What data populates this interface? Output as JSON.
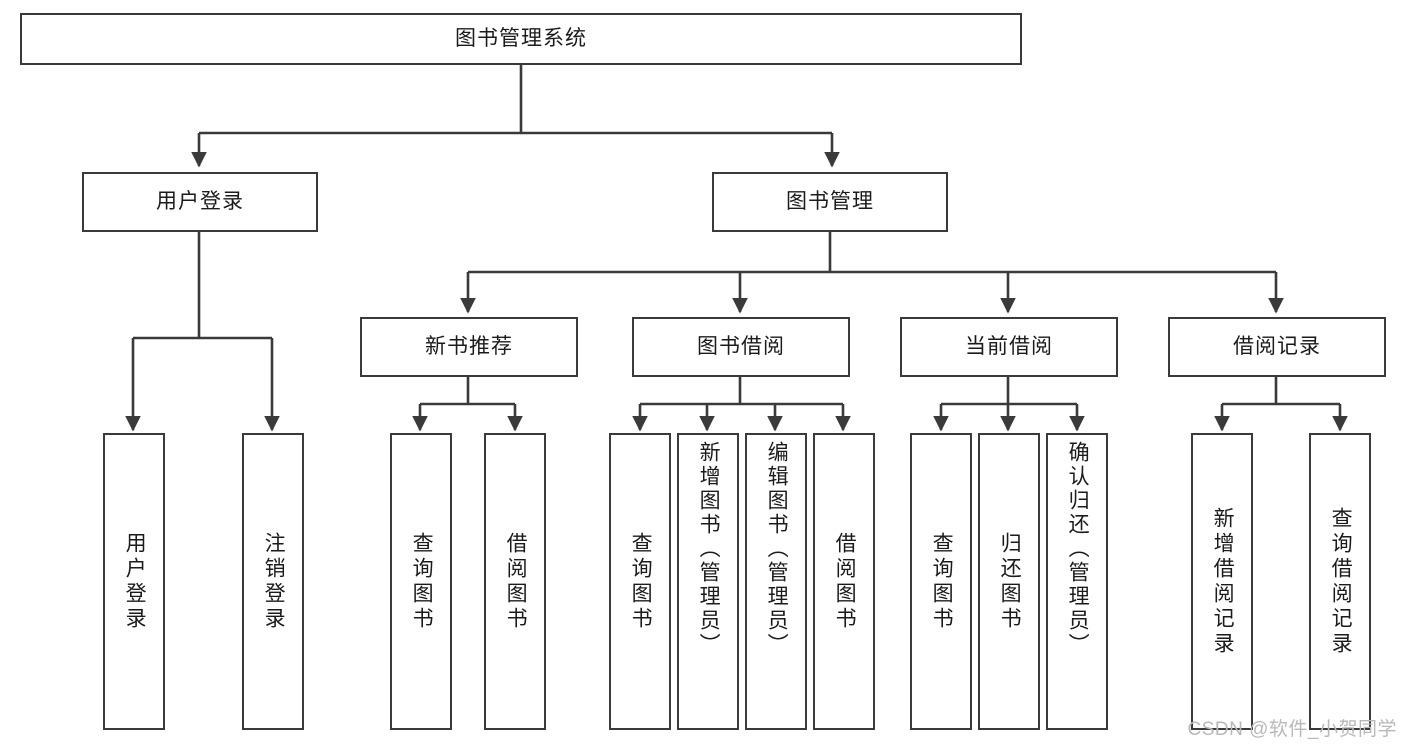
{
  "diagram": {
    "title": "图书管理系统",
    "watermark": "CSDN @软件_小贺同学",
    "colors": {
      "box_border": "#3a3a3a",
      "connector": "#3a3a3a",
      "background": "#ffffff",
      "text": "#1b1b1b",
      "watermark": "#b8b8b8"
    },
    "type": "tree-diagram",
    "levels": 4
  },
  "root": {
    "label": "图书管理系统"
  },
  "level1": [
    {
      "label": "用户登录"
    },
    {
      "label": "图书管理"
    }
  ],
  "level2": [
    {
      "label": "新书推荐"
    },
    {
      "label": "图书借阅"
    },
    {
      "label": "当前借阅"
    },
    {
      "label": "借阅记录"
    }
  ],
  "leaves": {
    "user_login": [
      {
        "label": "用户登录"
      },
      {
        "label": "注销登录"
      }
    ],
    "new_book_recommend": [
      {
        "label": "查询图书"
      },
      {
        "label": "借阅图书"
      }
    ],
    "book_borrow": [
      {
        "label": "查询图书"
      },
      {
        "label": "新增图书（管理员）"
      },
      {
        "label": "编辑图书（管理员）"
      },
      {
        "label": "借阅图书"
      }
    ],
    "current_borrow": [
      {
        "label": "查询图书"
      },
      {
        "label": "归还图书"
      },
      {
        "label": "确认归还（管理员）"
      }
    ],
    "borrow_record": [
      {
        "label": "新增借阅记录"
      },
      {
        "label": "查询借阅记录"
      }
    ]
  }
}
